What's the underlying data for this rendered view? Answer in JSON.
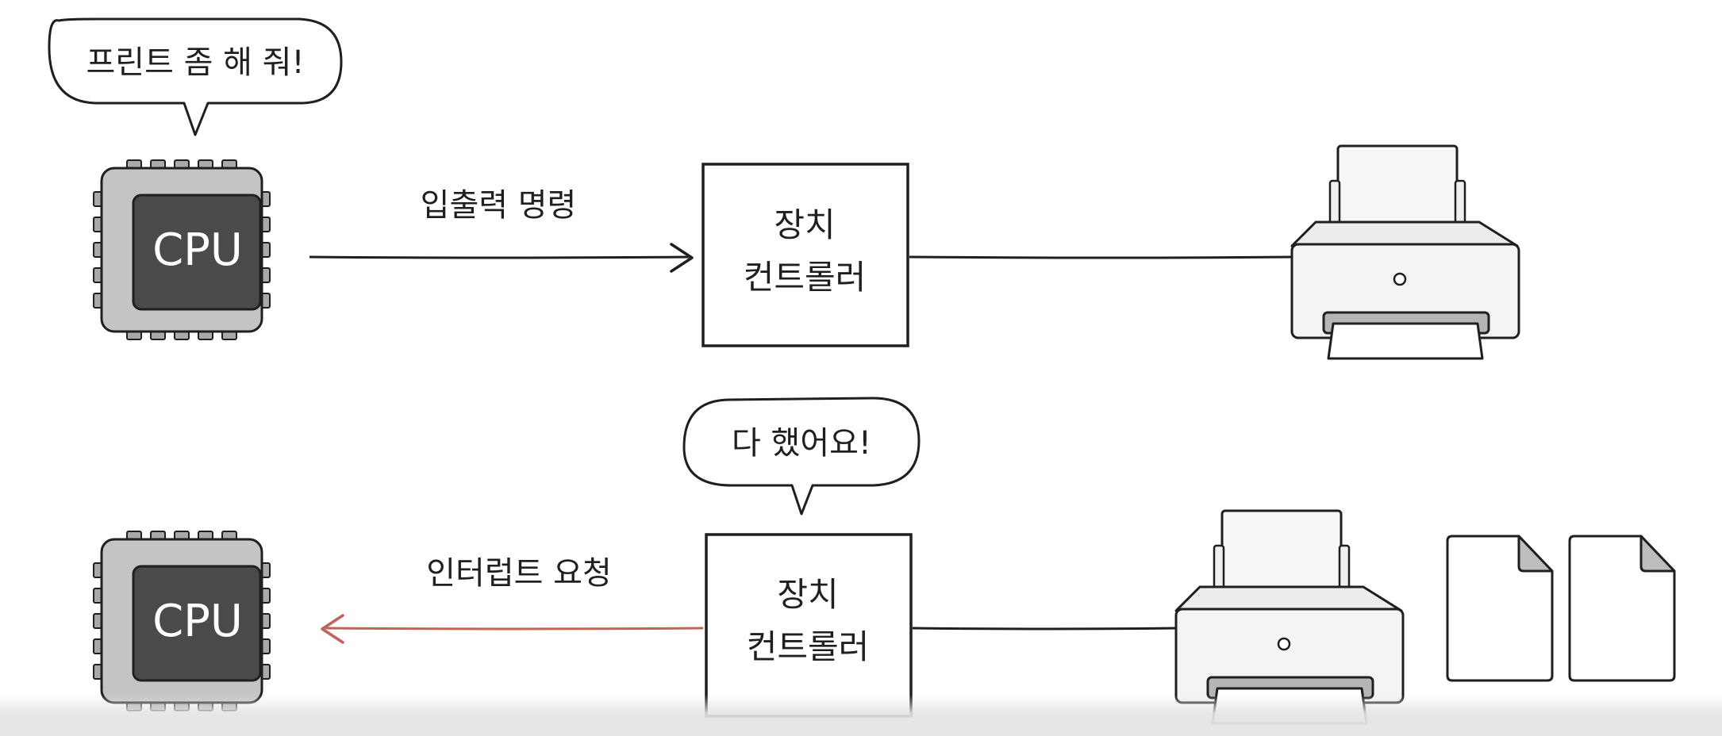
{
  "top_row": {
    "cpu_speech": "프린트 좀 해 줘!",
    "cpu_label": "CPU",
    "arrow_label": "입출력 명령",
    "controller_line1": "장치",
    "controller_line2": "컨트롤러"
  },
  "bottom_row": {
    "controller_speech": "다 했어요!",
    "cpu_label": "CPU",
    "arrow_label": "인터럽트 요청",
    "controller_line1": "장치",
    "controller_line2": "컨트롤러"
  },
  "colors": {
    "ink": "#1f1f1f",
    "chip_body": "#c4c4c4",
    "chip_core": "#4a4a4a",
    "interrupt_arrow": "#c0635a",
    "printer_fill": "#f4f4f4",
    "paper_fill": "#ffffff",
    "page_fold": "#bdbdbd"
  },
  "icons": [
    "cpu-chip-icon",
    "printer-icon",
    "document-icon"
  ]
}
